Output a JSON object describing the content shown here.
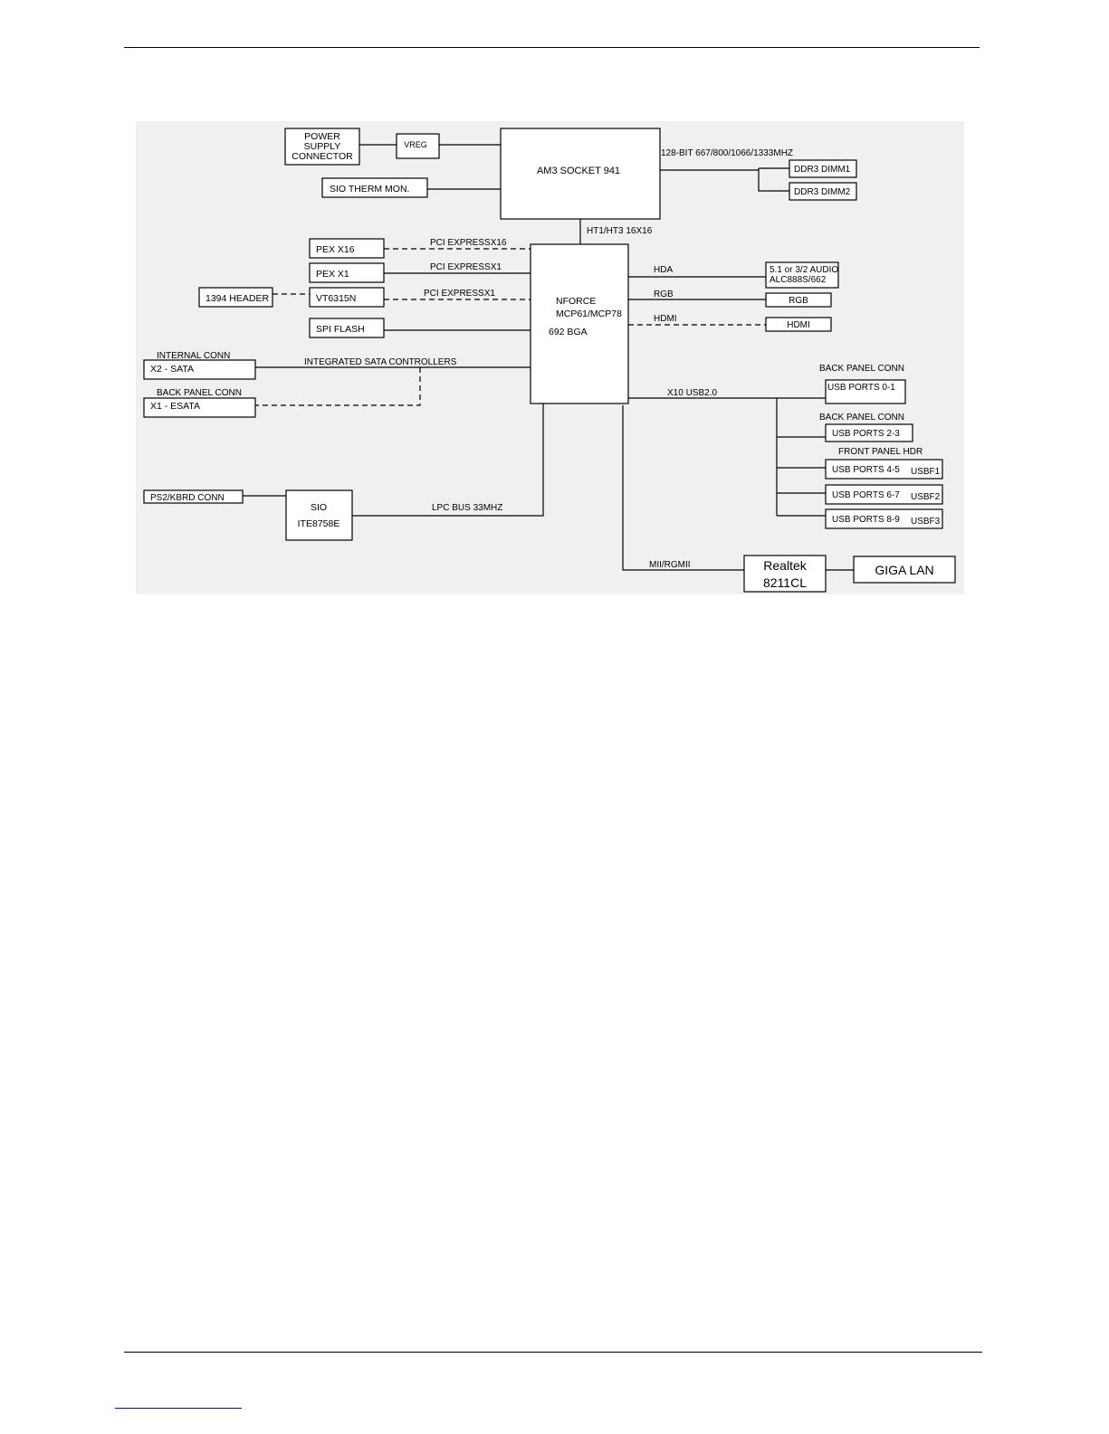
{
  "diagram": {
    "background_color": "#f0f0f0",
    "blocks": {
      "power_supply": [
        "POWER",
        "SUPPLY",
        "CONNECTOR"
      ],
      "vreg": "VREG",
      "cpu": "AM3 SOCKET 941",
      "sio_therm": "SIO THERM MON.",
      "dimm1": "DDR3 DIMM1",
      "dimm2": "DDR3 DIMM2",
      "pex_x16": "PEX X16",
      "pex_x1": "PEX X1",
      "header_1394": "1394 HEADER",
      "vt6315n": "VT6315N",
      "spi_flash": "SPI FLASH",
      "nforce": [
        "NFORCE",
        "MCP61/MCP78",
        "692 BGA"
      ],
      "audio": [
        "5.1 or 3/2 AUDIO",
        "ALC888S/662"
      ],
      "rgb": "RGB",
      "hdmi": "HDMI",
      "sata": "X2 - SATA",
      "esata": "X1 - ESATA",
      "usb_0_1": "USB PORTS 0-1",
      "usb_2_3": "USB PORTS 2-3",
      "usb_4_5": "USB PORTS 4-5",
      "usb_6_7": "USB PORTS 6-7",
      "usb_8_9": "USB PORTS 8-9",
      "ps2": "PS2/KBRD CONN",
      "sio": [
        "SIO",
        "ITE8758E"
      ],
      "realtek": [
        "Realtek",
        "8211CL"
      ],
      "giga_lan": "GIGA LAN"
    },
    "labels": {
      "mem_bus": "128-BIT 667/800/1066/1333MHZ",
      "ht": "HT1/HT3 16X16",
      "pcie_x16": "PCI EXPRESSX16",
      "pcie_x1_a": "PCI EXPRESSX1",
      "pcie_x1_b": "PCI EXPRESSX1",
      "hda": "HDA",
      "rgb": "RGB",
      "hdmi": "HDMI",
      "internal_conn": "INTERNAL CONN",
      "back_panel_conn_sata": "BACK PANEL CONN",
      "sata_ctrl": "INTEGRATED SATA CONTROLLERS",
      "usb_bus": "X10 USB2.0",
      "back_panel_conn_1": "BACK PANEL CONN",
      "back_panel_conn_2": "BACK PANEL CONN",
      "front_panel_hdr": "FRONT PANEL HDR",
      "usbf1": "USBF1",
      "usbf2": "USBF2",
      "usbf3": "USBF3",
      "lpc": "LPC BUS 33MHZ",
      "mii": "MII/RGMII"
    }
  }
}
